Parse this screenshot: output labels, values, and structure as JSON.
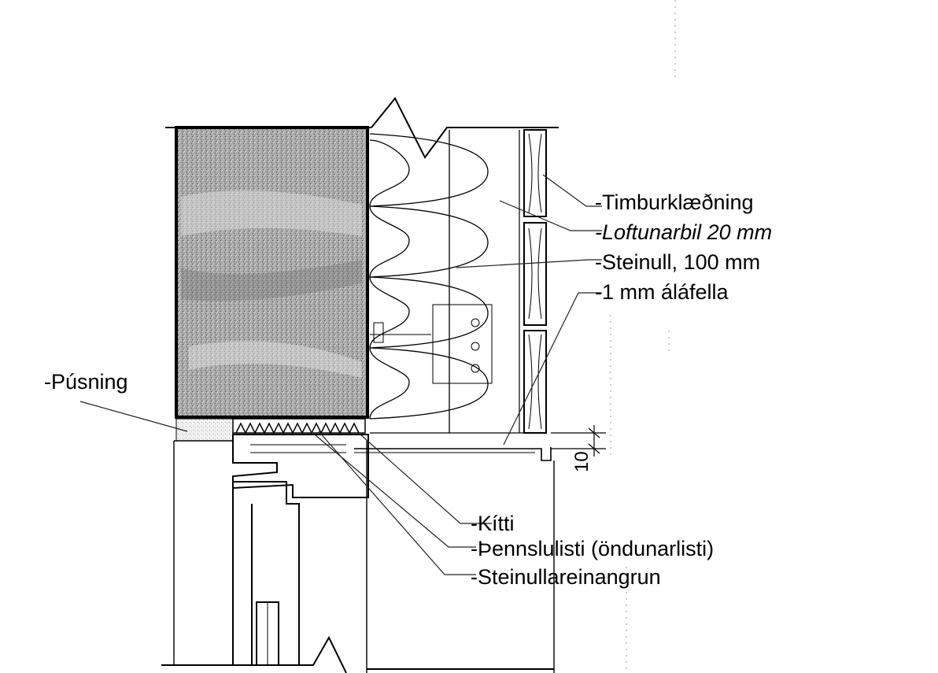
{
  "labels": {
    "timburklaedning": "-Timburklæðning",
    "loftunarbil": "-Loftunarbil 20 mm",
    "steinull": "-Steinull, 100 mm",
    "alafella": "-1 mm áláfella",
    "pussning": "-Púsning",
    "kitti": "-Kítti",
    "thennslulisti": "-Þennslulisti (öndunarlisti)",
    "steinullareinangrun": "-Steinullareinangrun"
  },
  "dimension": {
    "value": "10"
  },
  "colors": {
    "ink": "#000000",
    "concrete": "#9a9a9a",
    "leader": "#222222"
  }
}
